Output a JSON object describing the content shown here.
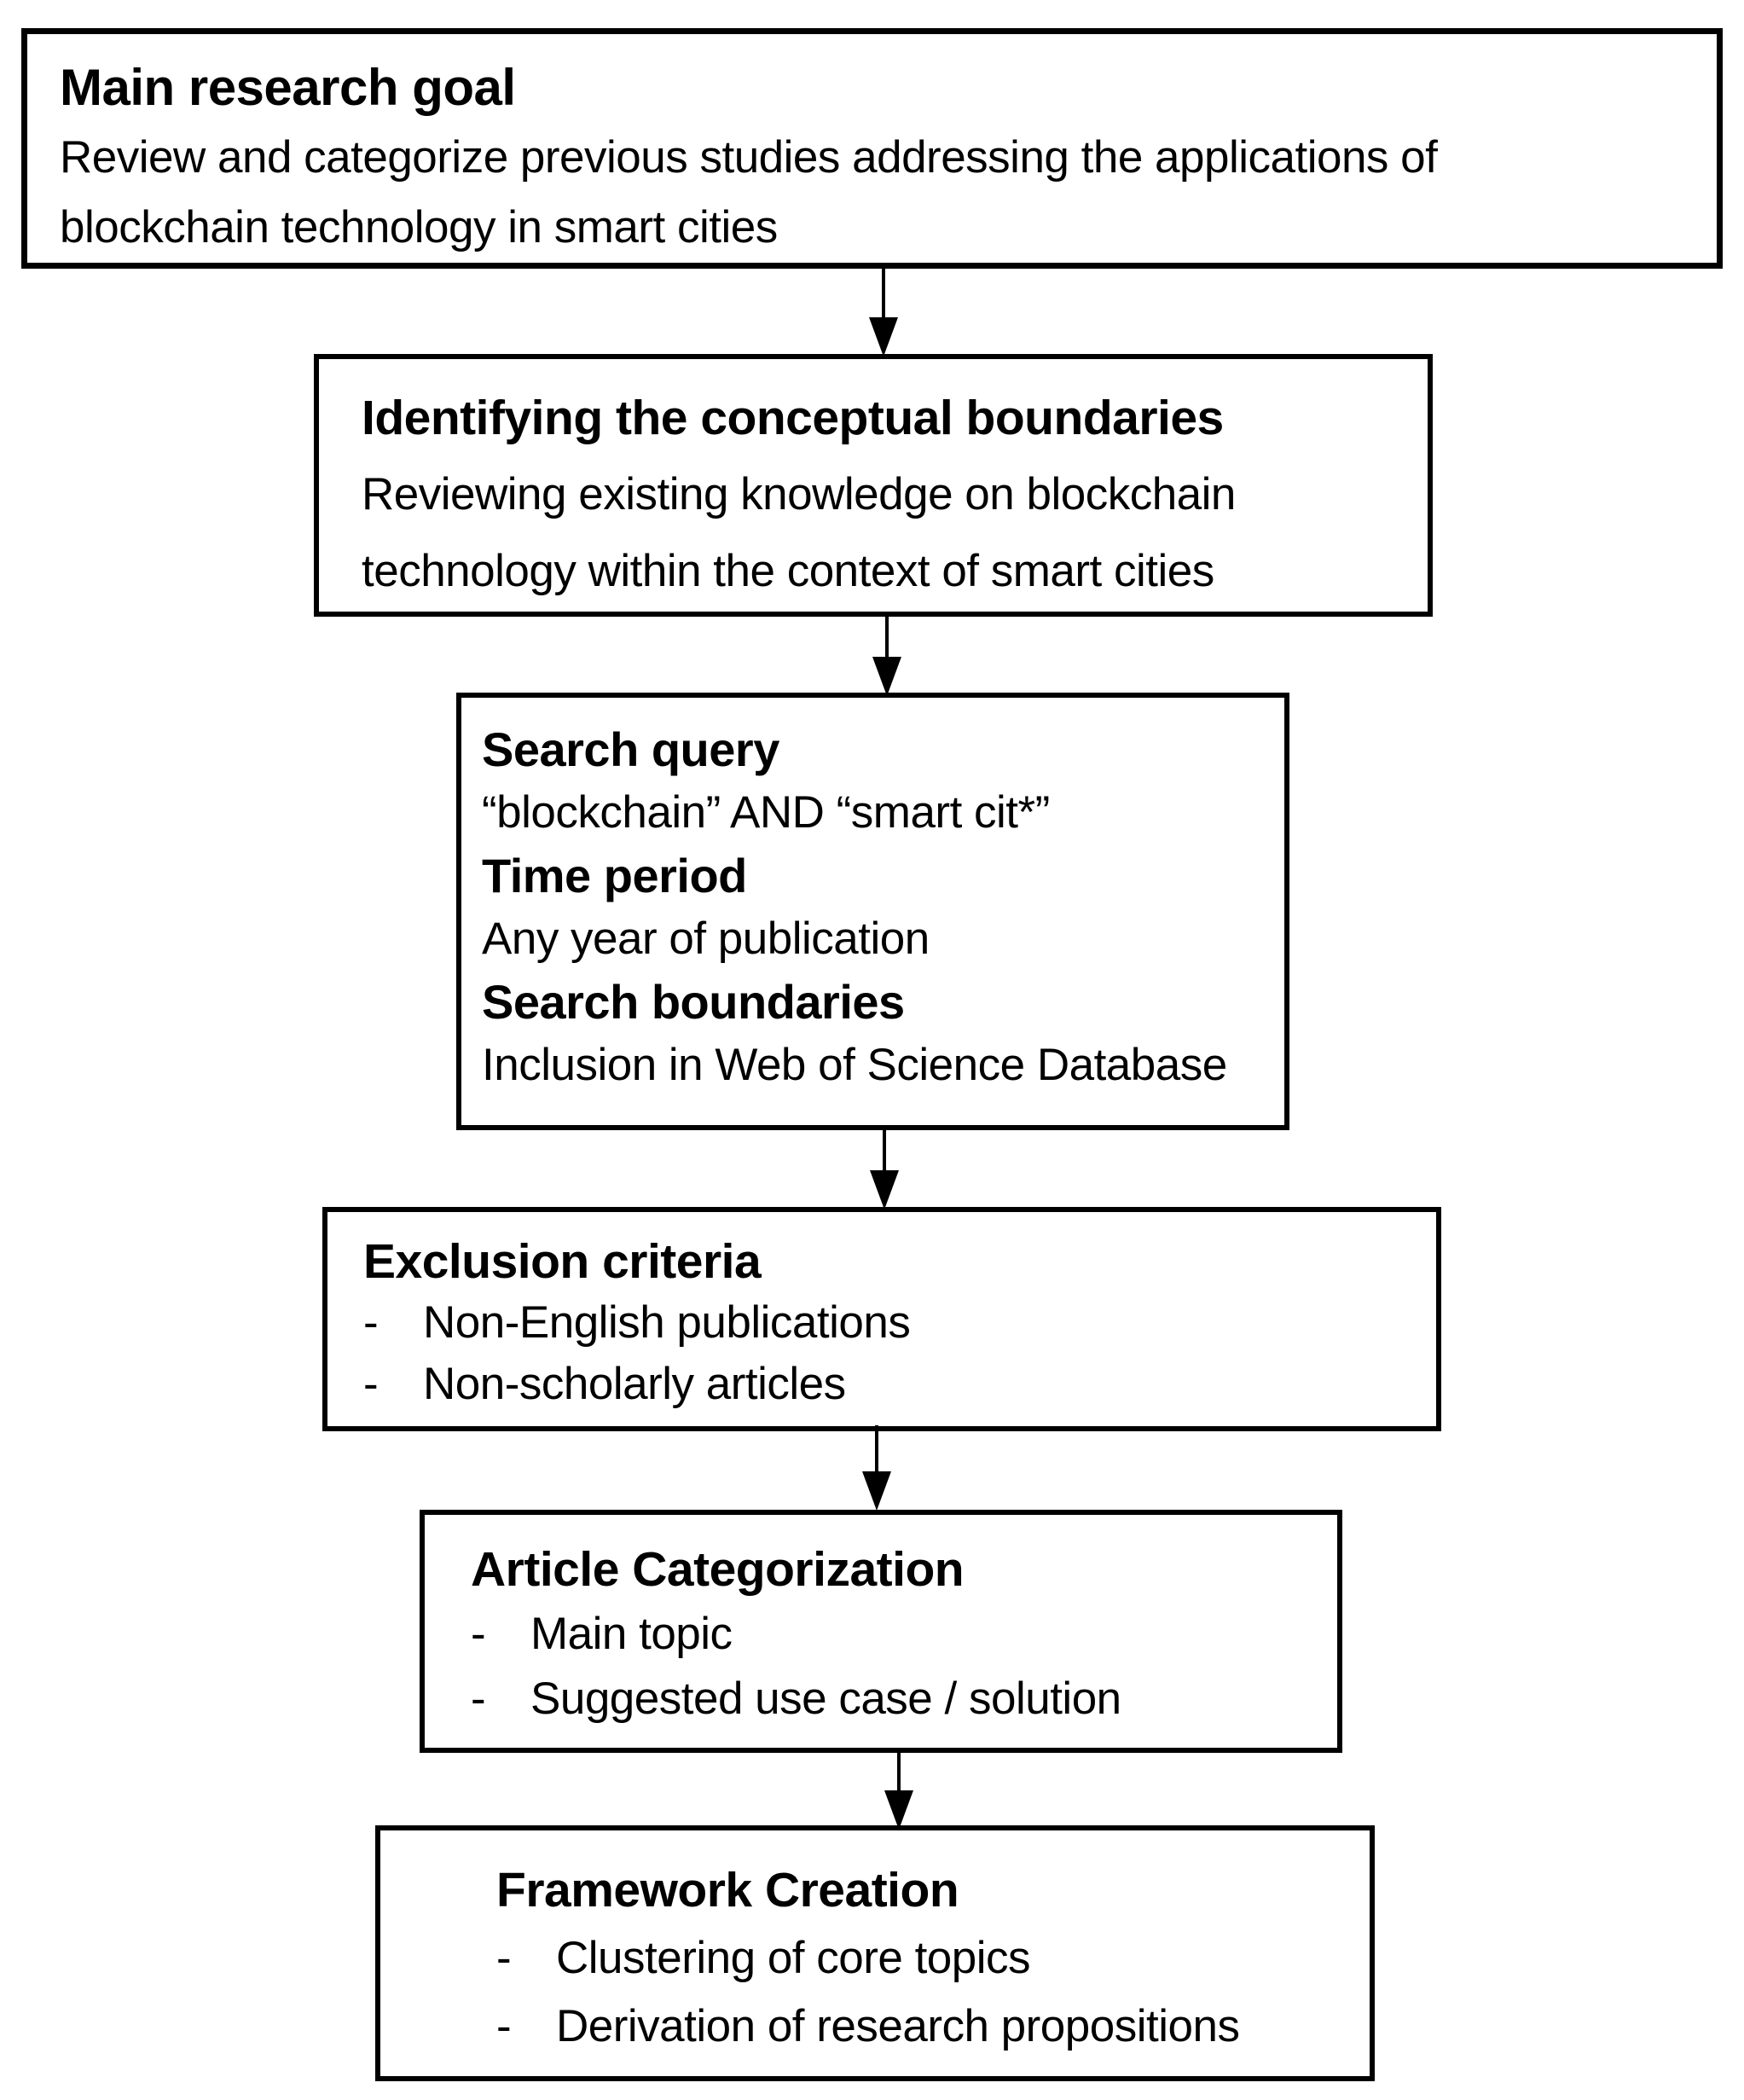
{
  "figure": {
    "bullet_marker": "-",
    "colors": {
      "border": "#000000",
      "text": "#000000",
      "background": "#ffffff"
    },
    "boxes": [
      {
        "title": "Main research goal",
        "lines": [
          "Review and categorize previous studies addressing the applications of",
          "blockchain technology in smart cities"
        ]
      },
      {
        "title": "Identifying the conceptual boundaries",
        "lines": [
          "Reviewing existing knowledge on blockchain",
          "technology within the context of smart cities"
        ]
      },
      {
        "sections": [
          {
            "title": "Search query",
            "line": "“blockchain” AND “smart cit*”"
          },
          {
            "title": "Time period",
            "line": "Any year of publication"
          },
          {
            "title": "Search boundaries",
            "line": "Inclusion in Web of Science Database"
          }
        ]
      },
      {
        "title": "Exclusion criteria",
        "bullets": [
          "Non-English publications",
          "Non-scholarly articles"
        ]
      },
      {
        "title": "Article Categorization",
        "bullets": [
          "Main topic",
          "Suggested use case / solution"
        ]
      },
      {
        "title": "Framework Creation",
        "bullets": [
          "Clustering of core topics",
          "Derivation of research propositions"
        ]
      }
    ]
  }
}
